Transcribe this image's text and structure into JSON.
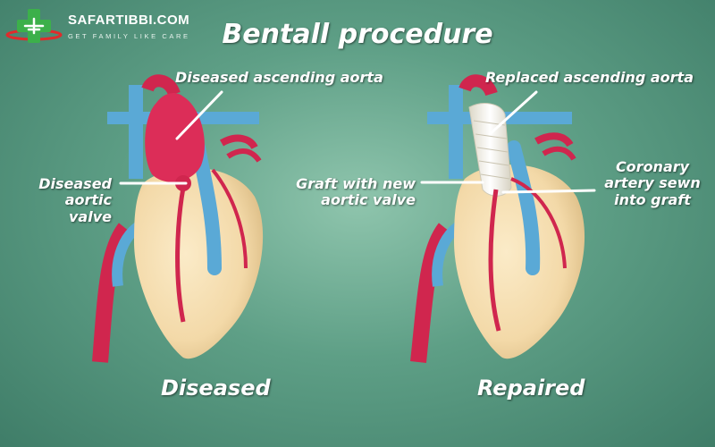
{
  "title": "Bentall procedure",
  "logo": {
    "name": "SAFARTIBBI.COM",
    "tagline": "GET FAMILY LIKE CARE",
    "icon": "medical-cross-plane-icon"
  },
  "panels": {
    "diseased": {
      "caption": "Diseased",
      "labels": {
        "aorta": "Diseased ascending aorta",
        "valve_line1": "Diseased",
        "valve_line2": "aortic valve"
      }
    },
    "repaired": {
      "caption": "Repaired",
      "labels": {
        "aorta": "Replaced ascending aorta",
        "graft_line1": "Graft with new",
        "graft_line2": "aortic valve",
        "coronary_line1": "Coronary",
        "coronary_line2": "artery sewn",
        "coronary_line3": "into graft"
      }
    }
  },
  "colors": {
    "background": "#5e9f86",
    "artery_red": "#d0264e",
    "vein_blue": "#5aa9d6",
    "heart_tissue": "#f3d9a8",
    "graft_white": "#f4f1e6",
    "logo_red": "#e02b2b",
    "logo_green": "#3cb04a"
  }
}
